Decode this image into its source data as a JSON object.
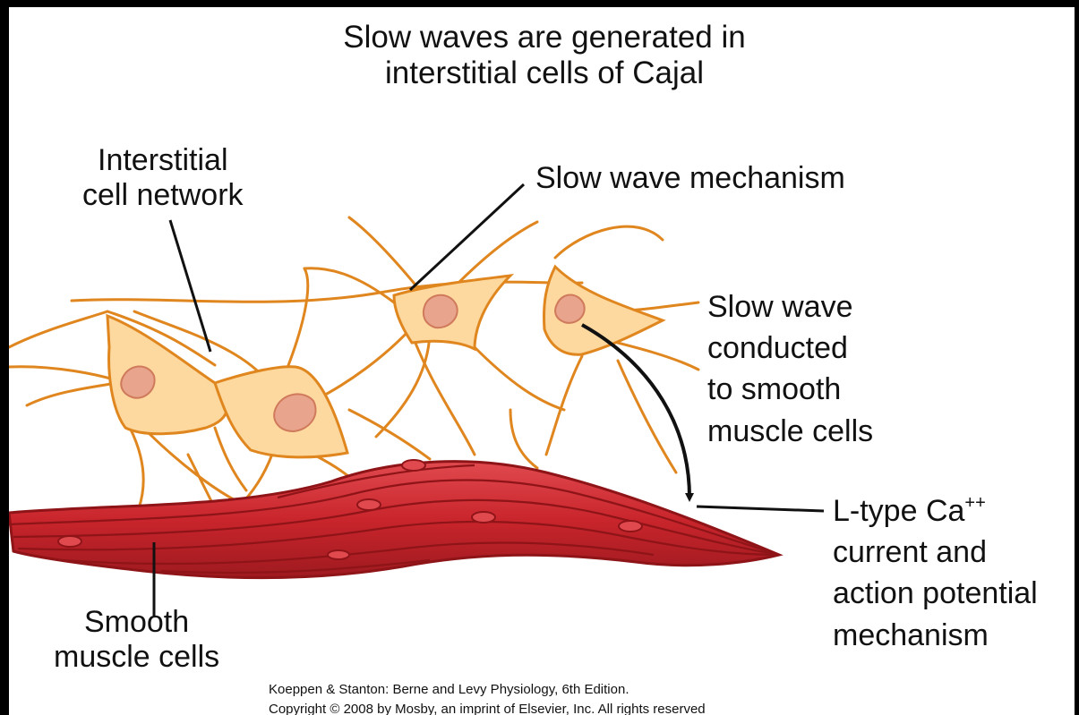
{
  "title": {
    "line1": "Slow waves are generated in",
    "line2": "interstitial cells of Cajal"
  },
  "labels": {
    "interstitial": {
      "line1": "Interstitial",
      "line2": "cell network"
    },
    "slow_wave_mechanism": "Slow wave mechanism",
    "slow_wave_conducted": {
      "line1": "Slow wave",
      "line2": "conducted",
      "line3": "to smooth",
      "line4": "muscle cells"
    },
    "ltype": {
      "line1_text": "L-type Ca",
      "line1_sup": "++",
      "line2": "current and",
      "line3": "action potential",
      "line4": "mechanism"
    },
    "smooth_muscle": {
      "line1": "Smooth",
      "line2": "muscle cells"
    }
  },
  "credit": {
    "line1": "Koeppen & Stanton: Berne and Levy Physiology, 6th Edition.",
    "line2": "Copyright © 2008 by Mosby, an imprint of Elsevier, Inc. All rights reserved"
  },
  "colors": {
    "background": "#000000",
    "panel": "#ffffff",
    "icc_fill": "#fdd9a0",
    "icc_stroke": "#e0861f",
    "nucleus_fill": "#e8a48c",
    "muscle_fill": "#c9252c",
    "muscle_dark": "#8e1418",
    "muscle_light": "#e04a4f"
  }
}
